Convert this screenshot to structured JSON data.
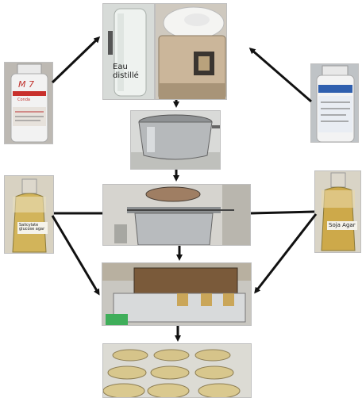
{
  "photos": {
    "m7_jar": {
      "label": "M 7",
      "brand": "Conda",
      "scene": "white plastic reagent jar with red label"
    },
    "water_bottle": {
      "label": "Eau distillé",
      "scene": "plastic bottle of distilled water"
    },
    "balance": {
      "scene": "weighing powder on an analytical balance"
    },
    "reagent_jar": {
      "scene": "white reagent jar with blue label"
    },
    "steel_pot": {
      "scene": "stainless steel pot on a hot plate"
    },
    "autoclave": {
      "scene": "open autoclave vessel"
    },
    "bottle_left": {
      "label": "Salicylate glucose agar",
      "scene": "glass bottle of amber medium"
    },
    "bottle_right": {
      "label": "Soja Agar",
      "scene": "glass bottle of amber medium"
    },
    "water_bath": {
      "scene": "water bath holding medium bottles"
    },
    "petri_dishes": {
      "scene": "poured petri dishes on bench"
    }
  },
  "colors": {
    "arrow": "#111111"
  }
}
